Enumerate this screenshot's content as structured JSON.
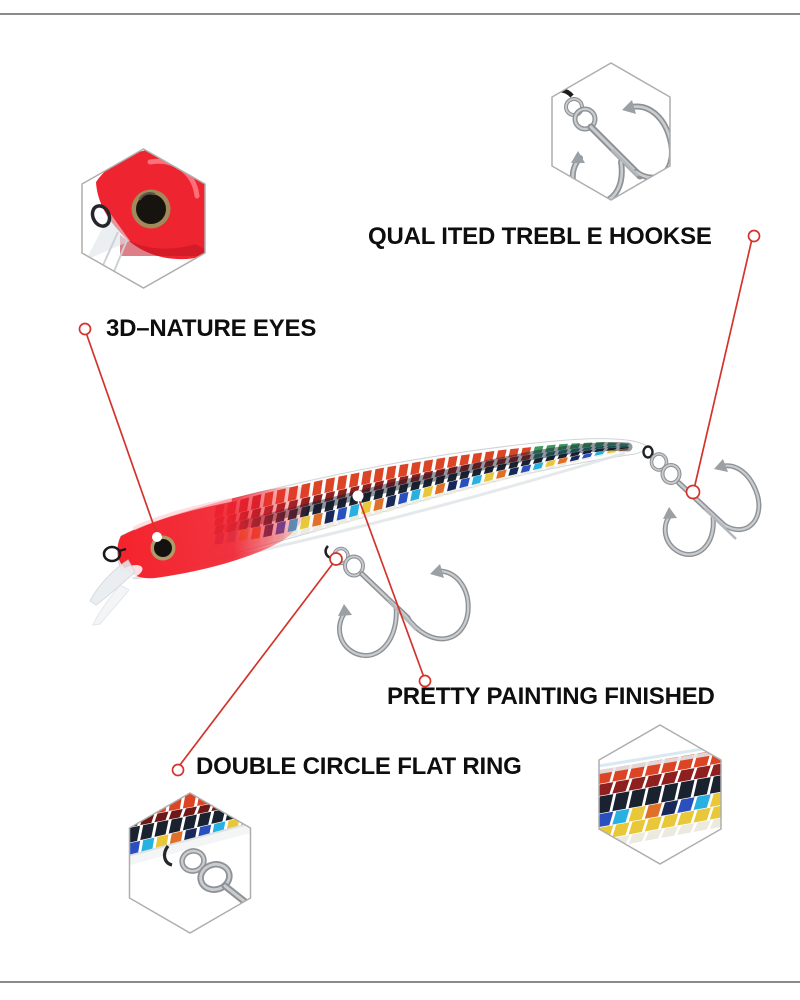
{
  "colors": {
    "background": "#ffffff",
    "divider": "#8a8a8a",
    "label_text": "#0e0e0e",
    "callout_red": "#d2342c",
    "hexagon_border": "#aeaeae",
    "lure_red": "#f4242e",
    "hook_silver": "#aeb2b6",
    "hook_silver_dark": "#8e9296",
    "hook_silver_light": "#c9cdd0",
    "band": {
      "scale_red": "#dc4426",
      "scale_dark_red": "#8e2020",
      "scale_crimson": "#b81c22",
      "scale_navy": "#1a2230",
      "scale_royal": "#2a50c0",
      "scale_cyan": "#28b0e0",
      "scale_yellow": "#e8c838",
      "scale_orange": "#e07028",
      "scale_deep_blue": "#182858",
      "scale_green": "#3f9860",
      "scale_teal": "#1f7878",
      "scale_white": "#eceade"
    }
  },
  "labels": {
    "treble_hooks": "QUAL ITED TREBL E HOOKSE",
    "eyes": "3D–NATURE EYES",
    "painting": "PRETTY PAINTING FINISHED",
    "flat_ring": "DOUBLE CIRCLE FLAT RING"
  }
}
